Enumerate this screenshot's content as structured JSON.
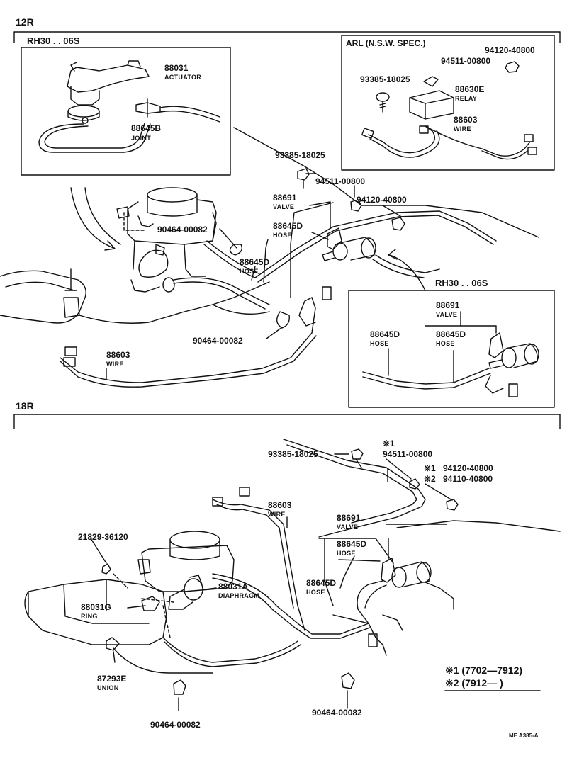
{
  "sections": {
    "top": "12R",
    "bottom": "18R"
  },
  "boxes": {
    "rh30_top": "RH30 . . 06S",
    "arl": "ARL (N.S.W. SPEC.)",
    "rh30_right": "RH30 . . 06S"
  },
  "labels": {
    "p88031_num": "88031",
    "p88031_name": "ACTUATOR",
    "p88645b_num": "88645B",
    "p88645b_name": "JOINT",
    "arl_94120": "94120-40800",
    "arl_94511": "94511-00800",
    "arl_93385": "93385-18025",
    "arl_88630e_num": "88630E",
    "arl_88630e_name": "RELAY",
    "arl_88603_num": "88603",
    "arl_88603_name": "WIRE",
    "t_93385": "93385-18025",
    "t_94511": "94511-00800",
    "t_88691_num": "88691",
    "t_88691_name": "VALVE",
    "t_94120": "94120-40800",
    "t_90464_a": "90464-00082",
    "t_88645d_a_num": "88645D",
    "t_88645d_a_name": "HOSE",
    "t_88645d_b_num": "88645D",
    "t_88645d_b_name": "HOSE",
    "t_90464_b": "90464-00082",
    "t_88603_num": "88603",
    "t_88603_name": "WIRE",
    "r_88691_num": "88691",
    "r_88691_name": "VALVE",
    "r_88645d_a_num": "88645D",
    "r_88645d_a_name": "HOSE",
    "r_88645d_b_num": "88645D",
    "r_88645d_b_name": "HOSE",
    "b_93385": "93385-18025",
    "b_mark1_a": "※1",
    "b_94511": "94511-00800",
    "b_mark1_b": "※1",
    "b_94120": "94120-40800",
    "b_mark2": "※2",
    "b_94110": "94110-40800",
    "b_88603_num": "88603",
    "b_88603_name": "WIRE",
    "b_21829": "21829-36120",
    "b_88691_num": "88691",
    "b_88691_name": "VALVE",
    "b_88645d_a_num": "88645D",
    "b_88645d_a_name": "HOSE",
    "b_88645d_b_num": "88645D",
    "b_88645d_b_name": "HOSE",
    "b_88031a_num": "88031A",
    "b_88031a_name": "DIAPHRAGM",
    "b_88031g_num": "88031G",
    "b_88031g_name": "RING",
    "b_87293e_num": "87293E",
    "b_87293e_name": "UNION",
    "b_90464_a": "90464-00082",
    "b_90464_b": "90464-00082"
  },
  "legend": {
    "row1": "※1 (7702—7912)",
    "row2": "※2 (7912—      )"
  },
  "footer": {
    "code": "ME  A385-A"
  }
}
